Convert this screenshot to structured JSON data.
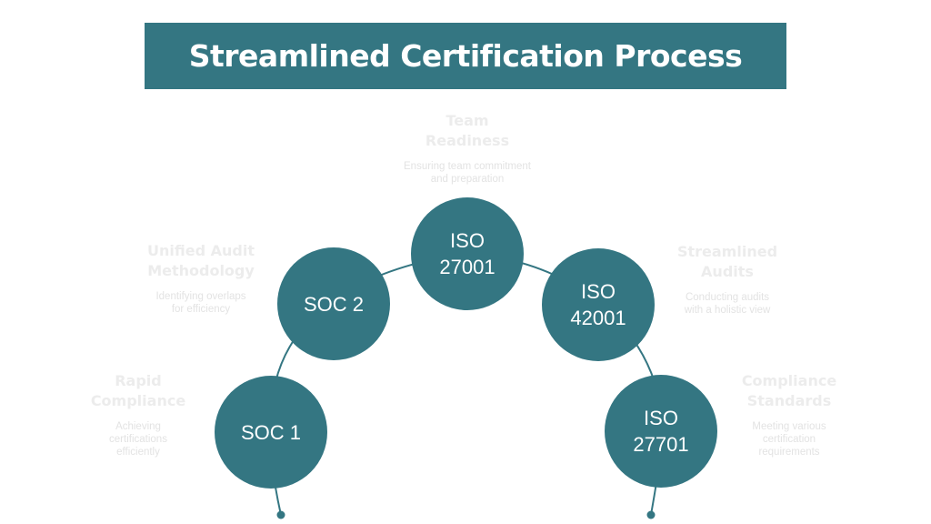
{
  "title": "Streamlined Certification Process",
  "colors": {
    "primary": "#347682",
    "faint_text": "#ececec"
  },
  "nodes": {
    "soc1": {
      "line1": "SOC 1"
    },
    "soc2": {
      "line1": "SOC 2"
    },
    "iso27001": {
      "line1": "ISO",
      "line2": "27001"
    },
    "iso42001": {
      "line1": "ISO",
      "line2": "42001"
    },
    "iso27701": {
      "line1": "ISO",
      "line2": "27701"
    }
  },
  "labels": {
    "rapid": {
      "h1": "Rapid",
      "h2": "Compliance",
      "d1": "Achieving",
      "d2": "certifications",
      "d3": "efficiently"
    },
    "unified": {
      "h1": "Unified Audit",
      "h2": "Methodology",
      "d1": "Identifying overlaps",
      "d2": "for efficiency"
    },
    "team": {
      "h1": "Team",
      "h2": "Readiness",
      "d1": "Ensuring team commitment",
      "d2": "and preparation"
    },
    "audits": {
      "h1": "Streamlined",
      "h2": "Audits",
      "d1": "Conducting audits",
      "d2": "with a holistic view"
    },
    "standards": {
      "h1": "Compliance",
      "h2": "Standards",
      "d1": "Meeting various",
      "d2": "certification",
      "d3": "requirements"
    }
  }
}
